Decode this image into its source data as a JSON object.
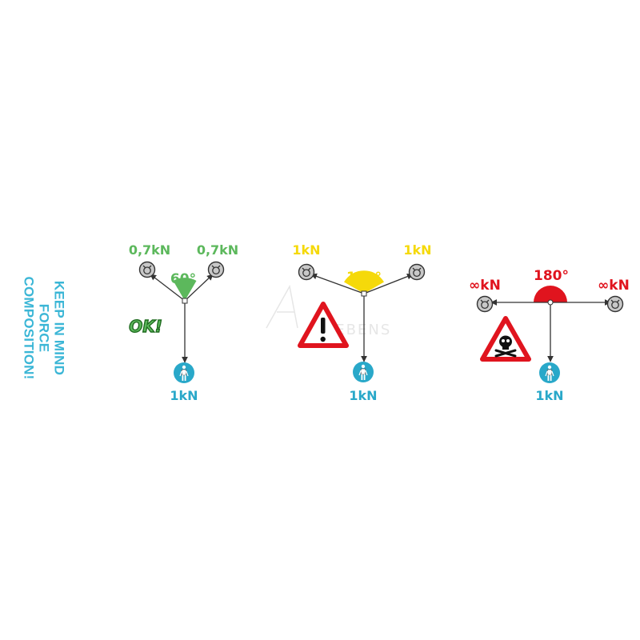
{
  "title_lines": [
    "KEEP IN MIND",
    "FORCE",
    "COMPOSITION!"
  ],
  "watermark": "AEBENS",
  "colors": {
    "ok": "#5cb85c",
    "warn": "#f5d90a",
    "danger": "#e0141e",
    "title": "#3bb6d6",
    "person": "#29a8c9",
    "line": "#333333"
  },
  "panels": [
    {
      "angle_label": "60°",
      "left_force": "0,7kN",
      "right_force": "0,7kN",
      "load_label": "1kN",
      "status": "OK!",
      "status_icon": "ok-badge"
    },
    {
      "angle_label": "120°",
      "left_force": "1kN",
      "right_force": "1kN",
      "load_label": "1kN",
      "status_icon": "warning-triangle-icon"
    },
    {
      "angle_label": "180°",
      "left_force": "∞kN",
      "right_force": "∞kN",
      "load_label": "1kN",
      "status_icon": "skull-danger-icon"
    }
  ]
}
